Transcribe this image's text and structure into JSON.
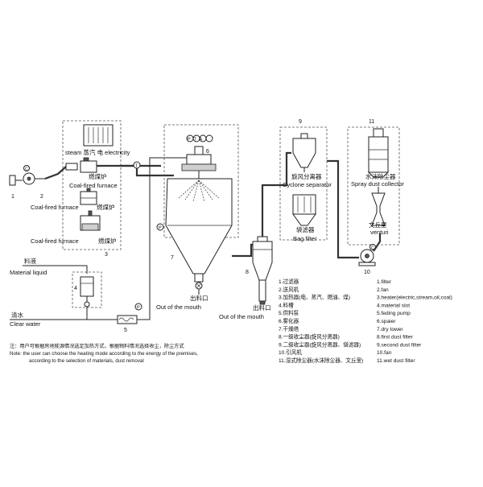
{
  "labels": {
    "steam_electricity": "steam 蒸汽 电 electricity",
    "coal_cn_1": "燃煤炉",
    "coal_en_1": "Coal-fired furnace",
    "coal_en_2": "Coal-fired furnace",
    "coal_cn_2": "燃煤炉",
    "coal_en_3": "Coal-fired furnace",
    "coal_cn_3": "燃煤炉",
    "material_cn": "料液",
    "material_en": "Material liquid",
    "water_cn": "清水",
    "water_en": "Clear water",
    "outlet_cn_1": "出料口",
    "outlet_en_1": "Out of the mouth",
    "outlet_cn_2": "出料口",
    "outlet_en_2": "Out of the mouth",
    "cyclone_cn": "旋风分离器",
    "cyclone_en": "Cyclone separator",
    "bag_cn": "袋滤器",
    "bag_en": "Bag filter",
    "spray_cn": "水沫除尘器",
    "spray_en": "Spray dust collector",
    "venturi_cn": "文丘里",
    "venturi_en": "venturi",
    "gauge_top": "PTAI",
    "gauge_t": "T",
    "gauge_p1": "P",
    "gauge_p2": "P",
    "gauge_c": "C"
  },
  "numbers": {
    "n1": "1",
    "n2": "2",
    "n3": "3",
    "n4": "4",
    "n5": "5",
    "n6": "6",
    "n7": "7",
    "n8": "8",
    "n9": "9",
    "n10": "10",
    "n11": "11"
  },
  "legend_cn": [
    "1.过滤器",
    "2.送风机",
    "3.加热器(电、蒸汽、燃油、煤)",
    "4.料槽",
    "5.供料泵",
    "6.雾化器",
    "7.干燥塔",
    "8.一级收尘器(旋风分离器)",
    "9.二级收尘器(旋风分离器、袋滤器)",
    "10.引风机",
    "11.湿式除尘器(水沫除尘器、文丘里)"
  ],
  "legend_en": [
    "1.filter",
    "2.fan",
    "3.heater(electric,stream,oil,coal)",
    "4.material slot",
    "5.feding pump",
    "6.spaier",
    "7.dry tower",
    "8.first dust filter",
    "9.second dust filter",
    "10.fan",
    "11.wet dust filter"
  ],
  "note": {
    "cn": "注：用户可根据房地能源情况选定加热方式，根据物料情况选择收尘，除尘方式",
    "en1": "Note: the user can choose the heating mode according to the energy of the premises,",
    "en2": "according to the selection of materials, dust removal"
  }
}
